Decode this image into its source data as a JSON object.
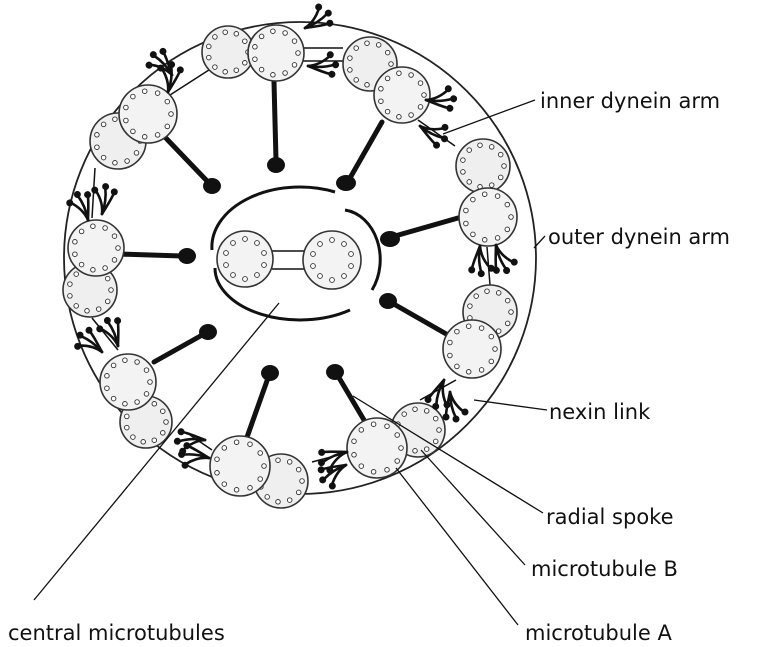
{
  "diagram": {
    "labels": {
      "inner_dynein_arm": "inner dynein arm",
      "outer_dynein_arm": "outer dynein arm",
      "nexin_link": "nexin link",
      "radial_spoke": "radial spoke",
      "microtubule_b": "microtubule B",
      "central_microtubules": "central microtubules",
      "microtubule_a": "microtubule A"
    },
    "outer_doublet_count": 9,
    "central_pair_count": 2
  }
}
